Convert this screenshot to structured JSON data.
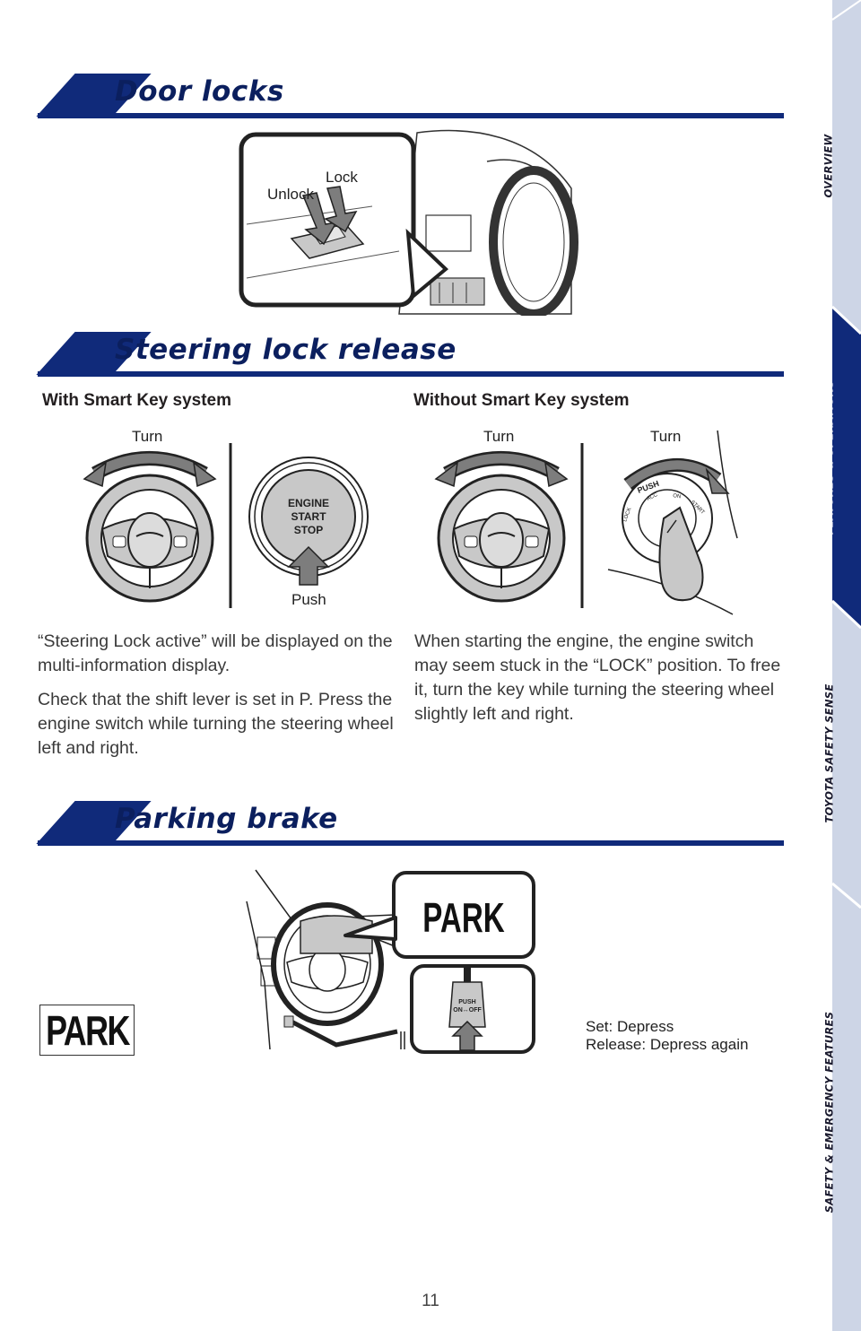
{
  "sections": {
    "door_locks": {
      "title": "Door locks",
      "labels": {
        "unlock": "Unlock",
        "lock": "Lock"
      }
    },
    "steering_lock": {
      "title": "Steering lock release",
      "with_smart": {
        "heading": "With Smart Key system",
        "turn": "Turn",
        "push": "Push",
        "button_line1": "ENGINE",
        "button_line2": "START",
        "button_line3": "STOP",
        "para1": "“Steering Lock active” will be displayed on the multi-information display.",
        "para2": "Check that the shift lever is set in P. Press the engine switch while turning the steering wheel left and right."
      },
      "without_smart": {
        "heading": "Without Smart Key system",
        "turn_wheel": "Turn",
        "turn_key": "Turn",
        "ignition_push": "PUSH",
        "ignition_positions": [
          "LOCK",
          "ACC",
          "ON",
          "START"
        ],
        "para1": "When starting the engine, the engine switch may seem stuck in the “LOCK” position. To free it, turn the key while turning the steering wheel slightly left and right."
      }
    },
    "parking_brake": {
      "title": "Parking brake",
      "park_indicator": "PARK",
      "park_callout": "PARK",
      "switch_line1": "PUSH",
      "switch_line2": "ON↔OFF",
      "set_text": "Set: Depress",
      "release_text": "Release: Depress again"
    }
  },
  "sidebar": {
    "tabs": [
      {
        "label": "OVERVIEW",
        "active": false
      },
      {
        "label": "FEATURES & OPERATIONS",
        "active": true
      },
      {
        "label": "TOYOTA SAFETY SENSE",
        "active": false
      },
      {
        "label": "SAFETY & EMERGENCY FEATURES",
        "active": false
      }
    ]
  },
  "page_number": "11",
  "colors": {
    "navy": "#102a7a",
    "title": "#0b1f5e",
    "sidebar": "#cdd5e6",
    "sidebar_active": "#102a7a",
    "illustration_gray": "#c8c8c8"
  }
}
